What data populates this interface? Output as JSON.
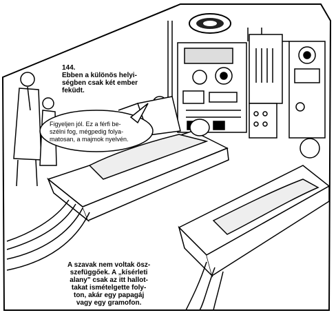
{
  "caption_top": {
    "number": "144.",
    "line1": "Ebben a különös helyi-",
    "line2": "ségben csak két ember",
    "line3": "feküdt."
  },
  "speech_bubble": {
    "line1": "Figyeljen jól. Ez a férfi be-",
    "line2": "szélni fog, mégpedig folya-",
    "line3": "matosan, a majmok nyelvén."
  },
  "caption_bottom": {
    "line1": "A szavak nem voltak ösz-",
    "line2": "szefüggőek. A „kísérleti",
    "line3": "alany\" csak az itt hallot-",
    "line4": "takat ismételgette foly-",
    "line5": "ton, akár egy papagáj",
    "line6": "vagy egy gramofon."
  }
}
